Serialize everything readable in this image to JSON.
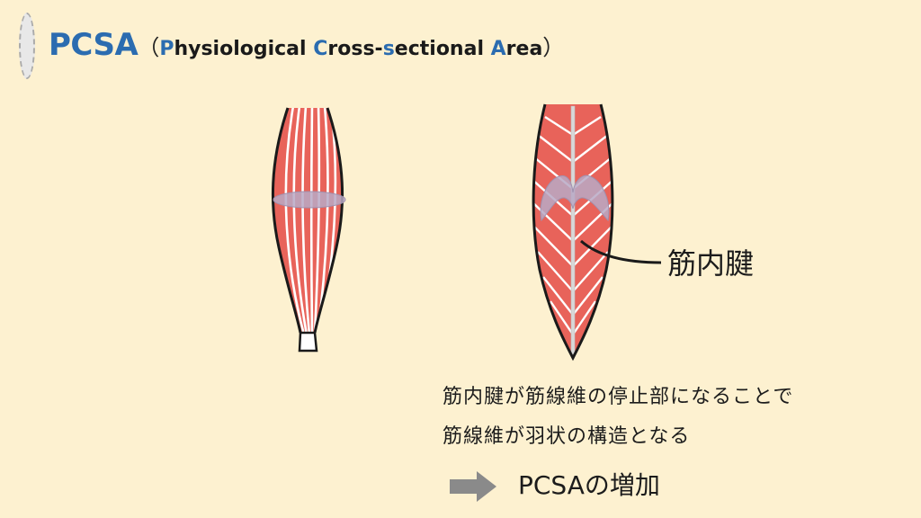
{
  "title": {
    "pcsa": "PCSA",
    "open_paren": "（",
    "words": [
      {
        "cap": "P",
        "rest": "hysiological "
      },
      {
        "cap": "C",
        "rest": "ross-"
      },
      {
        "cap": "s",
        "rest": "ectional "
      },
      {
        "cap": "A",
        "rest": "rea"
      }
    ],
    "close_paren": "）"
  },
  "tendon_label": "筋内腱",
  "description": {
    "line1": "筋内腱が筋線維の停止部になることで",
    "line2": "筋線維が羽状の構造となる"
  },
  "result": "PCSAの増加",
  "colors": {
    "accent_blue": "#2b6cb0",
    "muscle_red": "#e8635a",
    "fiber_white": "#ffffff",
    "cross_section": "#b9a9c6",
    "background": "#fdf1d0",
    "arrow_gray": "#8a8a8a"
  }
}
